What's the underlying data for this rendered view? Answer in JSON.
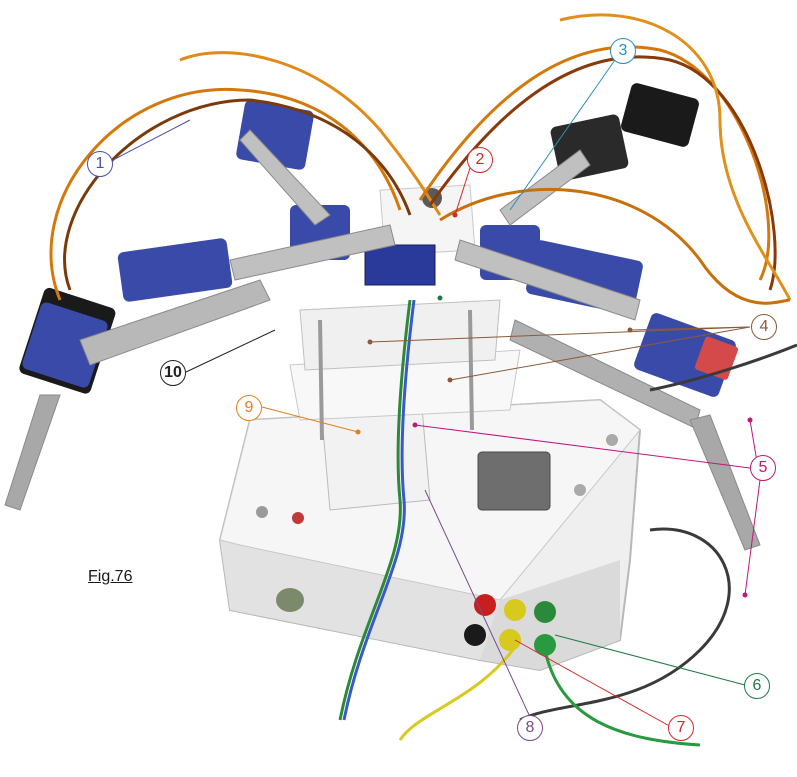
{
  "figure": {
    "label": "Fig.76",
    "callouts": [
      {
        "number": "1",
        "color": "#4a4fa8"
      },
      {
        "number": "2",
        "color": "#d02a2a"
      },
      {
        "number": "3",
        "color": "#2a8fb5"
      },
      {
        "number": "4",
        "color": "#8a5a3a"
      },
      {
        "number": "5",
        "color": "#c0187a"
      },
      {
        "number": "6",
        "color": "#1e7a45"
      },
      {
        "number": "7",
        "color": "#d02a2a"
      },
      {
        "number": "8",
        "color": "#7a4a8a"
      },
      {
        "number": "9",
        "color": "#e08020"
      },
      {
        "number": "10",
        "color": "#222222"
      }
    ]
  }
}
